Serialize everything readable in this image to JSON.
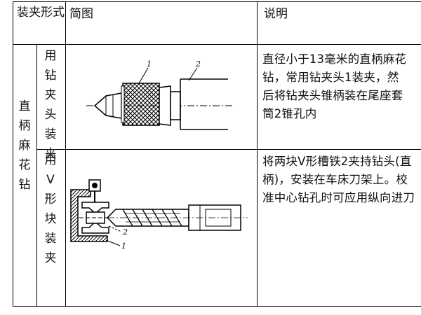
{
  "table": {
    "header": {
      "col1": "装夹形式",
      "col2": "简图",
      "col3": "说明"
    },
    "category": "直柄麻花钻",
    "rows": [
      {
        "method": "用钻夹头装夹",
        "figure_labels": [
          "1",
          "2"
        ],
        "description": " 直径小于13毫米的直柄麻花钻，常用钻夹头1装夹，然后将钻夹头锥柄装在尾座套筒2锥孔内"
      },
      {
        "method": "用V形块装夹",
        "figure_labels": [
          "2",
          "1"
        ],
        "description": "将两块V形槽铁2夹持钻头(直柄)，安装在车床刀架上。校准中心钻孔时可应用纵向进刀"
      }
    ]
  }
}
